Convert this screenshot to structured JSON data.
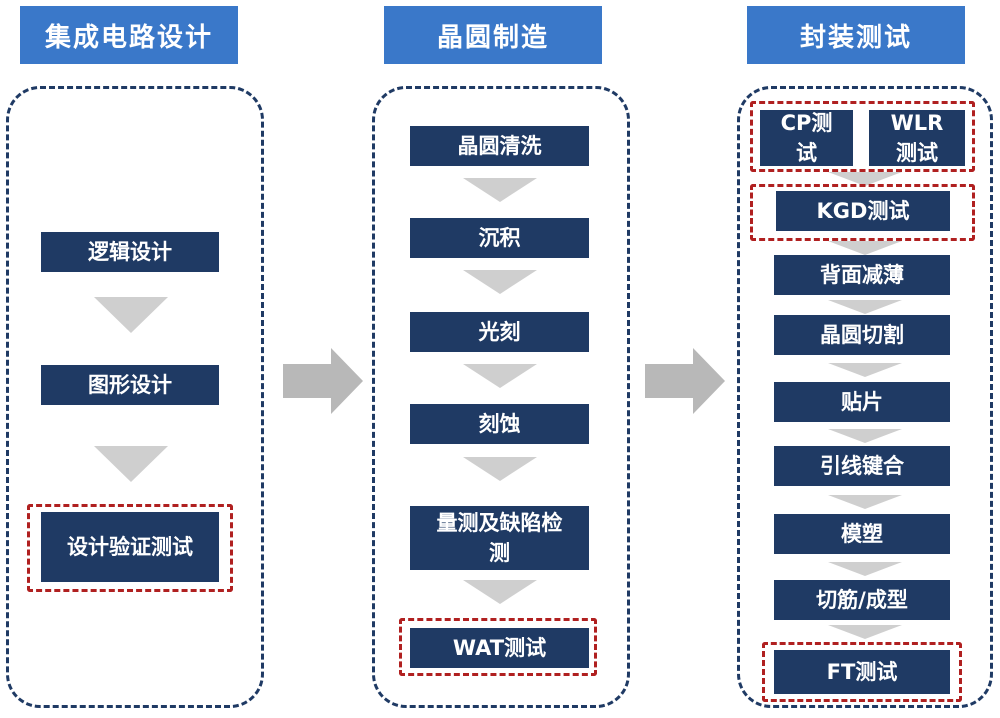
{
  "stages": [
    {
      "title": "集成电路设计",
      "steps": [
        "逻辑设计",
        "图形设计",
        "设计验证测试"
      ]
    },
    {
      "title": "晶圆制造",
      "steps": [
        "晶圆清洗",
        "沉积",
        "光刻",
        "刻蚀",
        "量测及缺陷检测",
        "WAT测试"
      ]
    },
    {
      "title": "封装测试",
      "steps": [
        "CP测试",
        "WLR测试",
        "KGD测试",
        "背面减薄",
        "晶圆切割",
        "贴片",
        "引线键合",
        "模塑",
        "切筋/成型",
        "FT测试"
      ]
    }
  ],
  "colors": {
    "header": "#3a78c9",
    "step": "#1f3a64",
    "highlight_border": "#b02020",
    "arrow": "#cfcfcf",
    "big_arrow": "#b8b8b8"
  }
}
